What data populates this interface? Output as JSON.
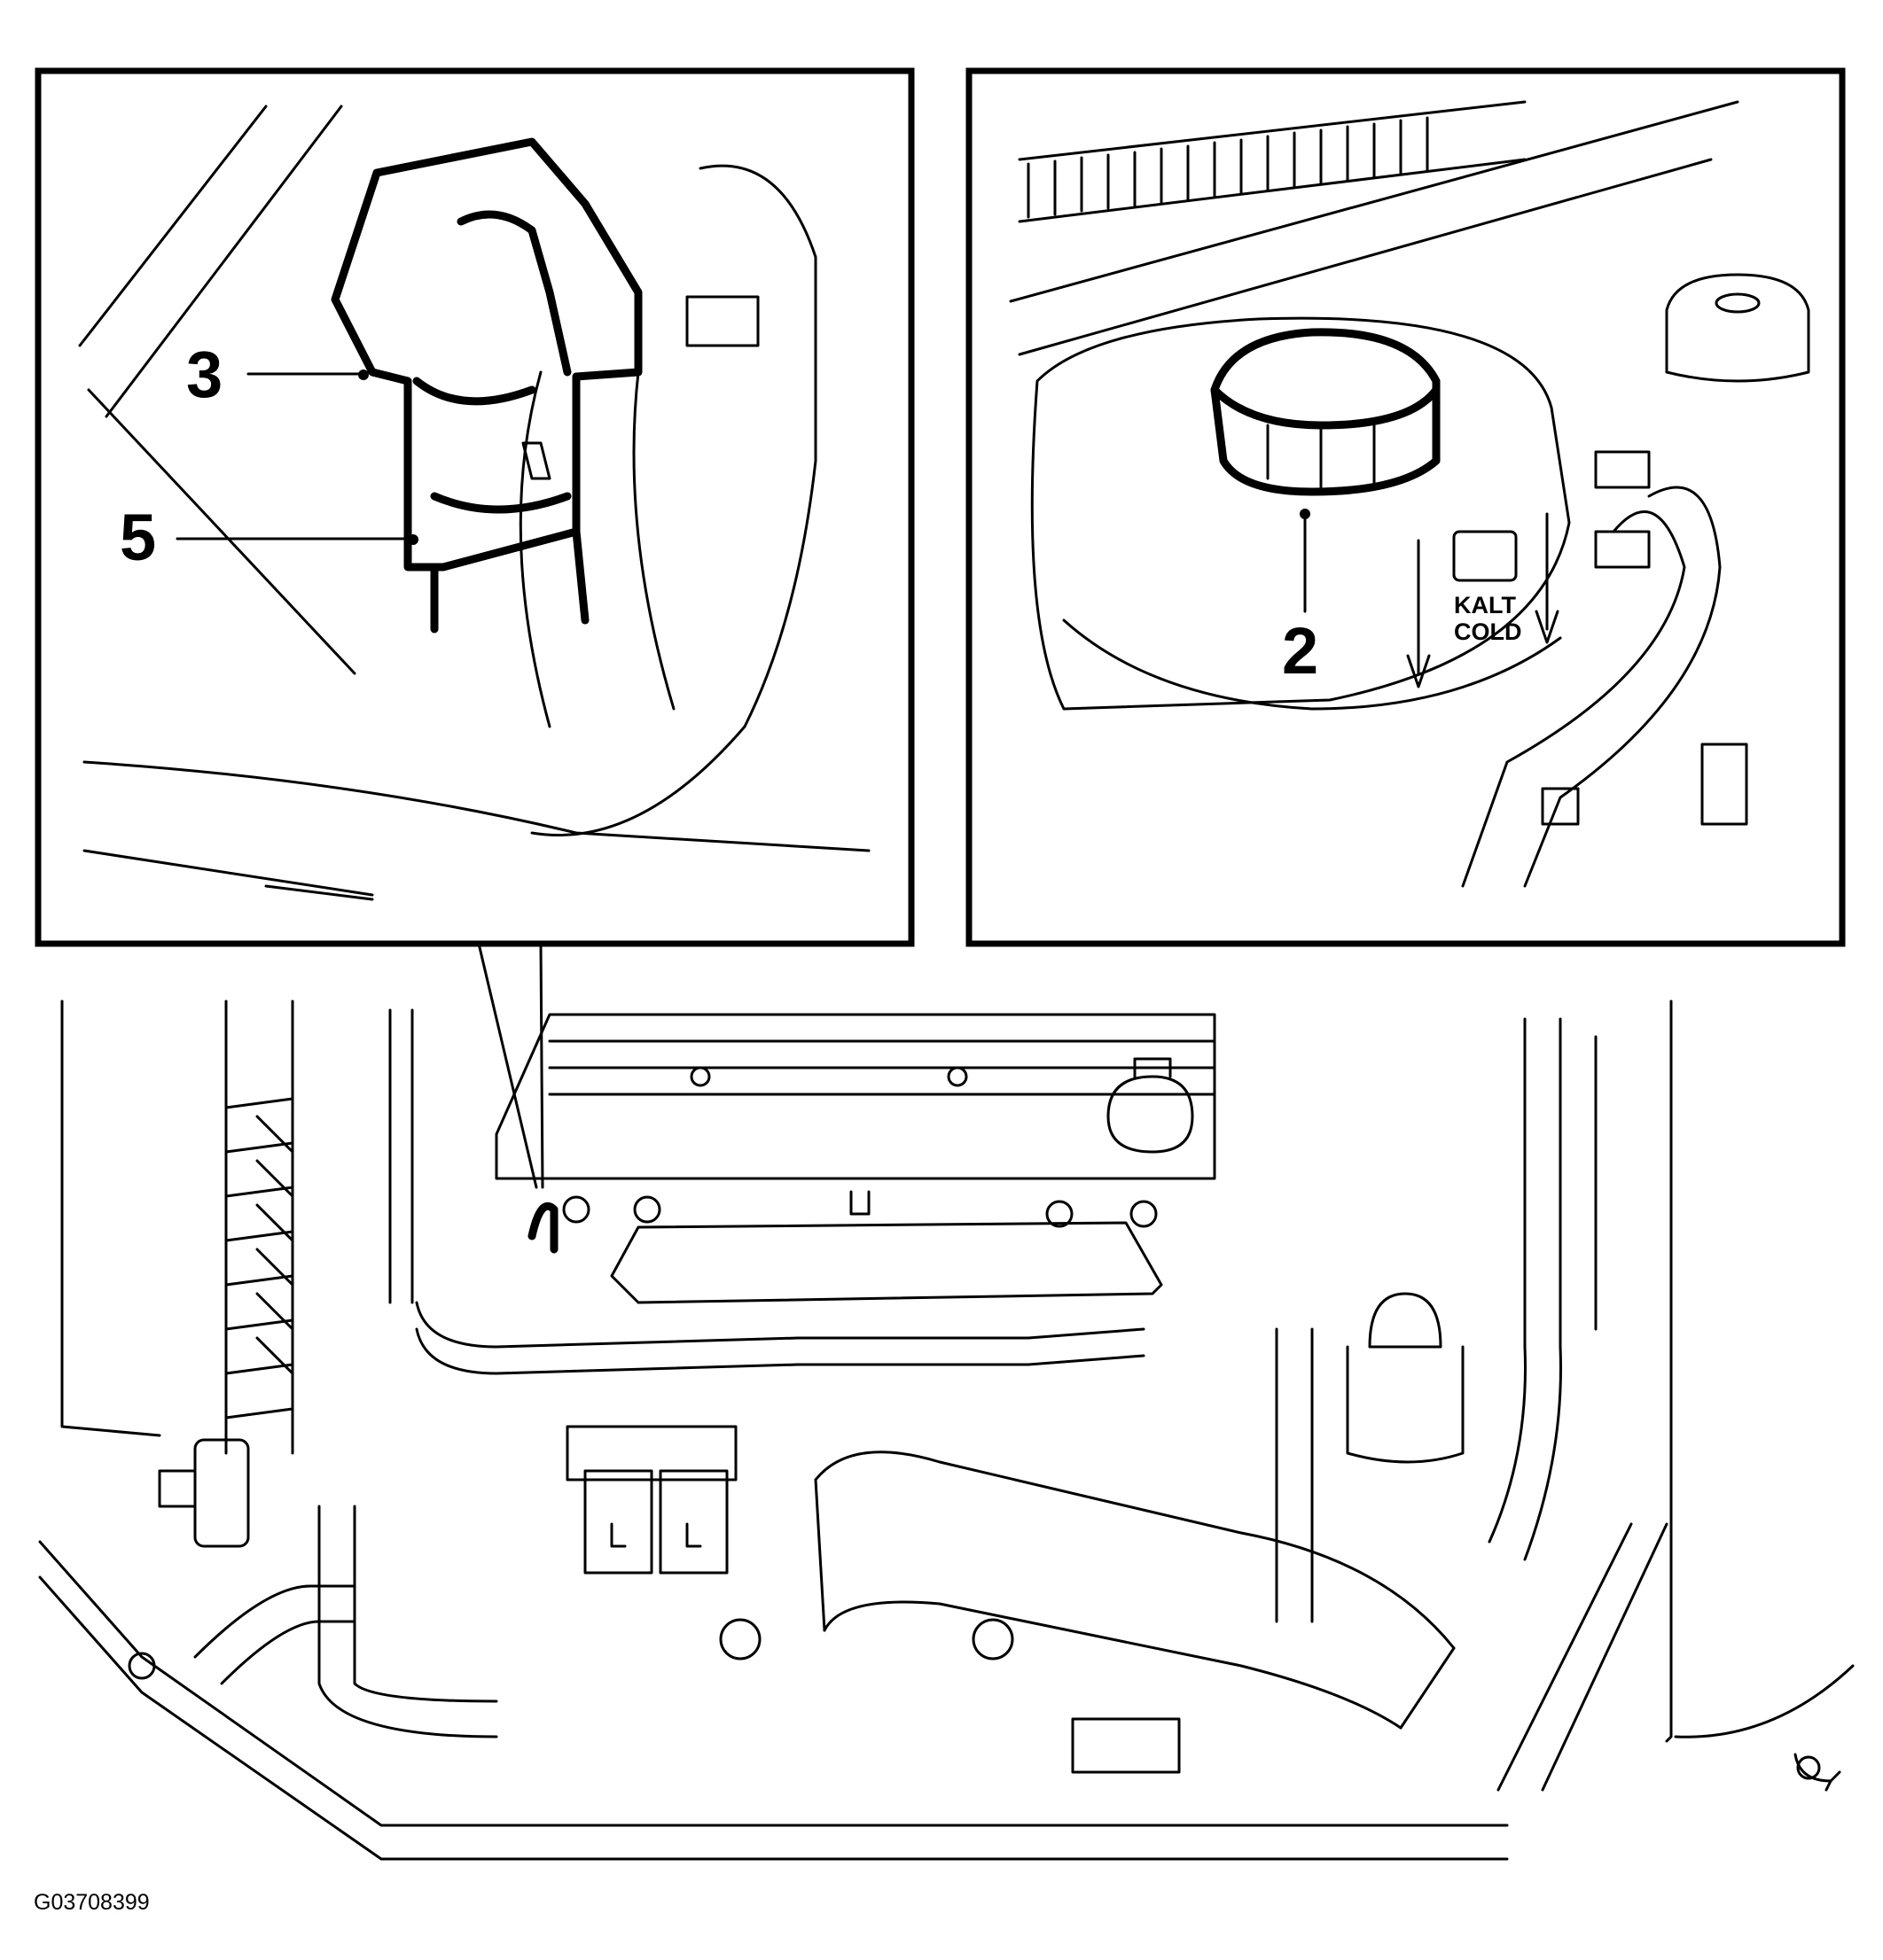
{
  "callouts": {
    "c3": "3",
    "c5": "5",
    "c2": "2"
  },
  "tank_marking": {
    "line1": "KALT",
    "line2": "COLD"
  },
  "figure_id": "G03708399",
  "colors": {
    "line": "#000000",
    "background": "#ffffff"
  }
}
